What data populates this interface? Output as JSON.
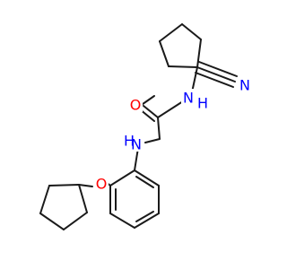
{
  "molecule": {
    "atoms": {
      "cn_nitrogen": {
        "text": "N",
        "color": "#0000ff"
      },
      "amide_nitrogen": {
        "text": "N",
        "color": "#0000ff"
      },
      "amide_hydrogen": {
        "text": "H",
        "color": "#0000ff"
      },
      "amide_oxygen": {
        "text": "O",
        "color": "#ff0000"
      },
      "amine_hydrogen": {
        "text": "H",
        "color": "#0000ff"
      },
      "amine_nitrogen": {
        "text": "N",
        "color": "#0000ff"
      },
      "ether_oxygen": {
        "text": "O",
        "color": "#ff0000"
      }
    },
    "bond_color": "#1a1a1a"
  }
}
